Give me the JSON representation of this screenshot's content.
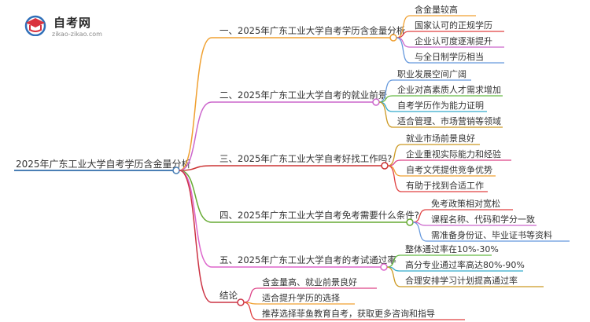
{
  "logo": {
    "name": "自考网",
    "url": "zikao-zikao.com",
    "colors": {
      "mark_red": "#d9333f",
      "mark_blue": "#2f6fb8"
    }
  },
  "mindmap": {
    "root": {
      "label": "2025年广东工业大学自考学历含金量分析",
      "color": "#4a7fb5"
    },
    "branches": [
      {
        "label": "一、2025年广东工业大学自考学历含金量分析",
        "color": "#f0a030",
        "children": [
          "含金量较高",
          "国家认可的正规学历",
          "企业认可度逐渐提升",
          "与全日制学历相当"
        ]
      },
      {
        "label": "二、2025年广东工业大学自考的就业前景",
        "color": "#cc66cc",
        "children": [
          "职业发展空间广阔",
          "企业对高素质人才需求增加",
          "自考学历作为能力证明",
          "适合管理、市场营销等领域"
        ]
      },
      {
        "label": "三、2025年广东工业大学自考好找工作吗?",
        "color": "#cc3333",
        "children": [
          "就业市场前景良好",
          "企业重视实际能力和经验",
          "自考文凭提供竞争优势",
          "有助于找到合适工作"
        ]
      },
      {
        "label": "四、2025年广东工业大学自考免考需要什么条件?",
        "color": "#66aa33",
        "children": [
          "免考政策相对宽松",
          "课程名称、代码和学分一致",
          "需准备身份证、毕业证书等资料"
        ]
      },
      {
        "label": "五、2025年广东工业大学自考的考试通过率",
        "color": "#dd66cc",
        "children": [
          "整体通过率在10%-30%",
          "高分专业通过率高达80%-90%",
          "合理安排学习计划提高通过率"
        ]
      },
      {
        "label": "结论",
        "color": "#cc3344",
        "children": [
          "含金量高、就业前景良好",
          "适合提升学历的选择",
          "推荐选择菲鱼教育自考，获取更多咨询和指导"
        ]
      }
    ],
    "child_colors": [
      "#f0a030",
      "#e04040",
      "#cc66cc",
      "#6699dd",
      "#66bb44",
      "#33aacc",
      "#cc9922",
      "#dd4488"
    ]
  }
}
